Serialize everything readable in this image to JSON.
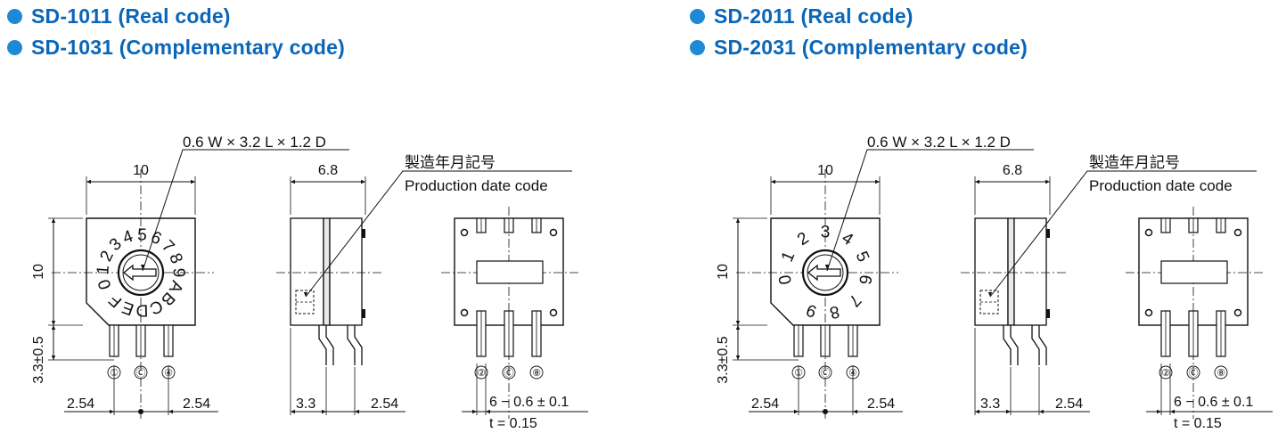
{
  "headings": {
    "left_1": "SD-1011 (Real code)",
    "left_2": "SD-1031 (Complementary code)",
    "right_1": "SD-2011 (Real code)",
    "right_2": "SD-2031 (Complementary code)"
  },
  "colors": {
    "heading_text": "#0a66b8",
    "bullet": "#1e8ad6",
    "line": "#111111",
    "body_fill": "#e9e9e9"
  },
  "dimensions": {
    "contact": "0.6 W × 3.2 L × 1.2 D",
    "width": "10",
    "height": "10",
    "side_width": "6.8",
    "pin_length": "3.3±0.5",
    "pitch_left": "2.54",
    "pitch_right": "2.54",
    "side_offset": "3.3",
    "side_pitch": "2.54",
    "terminals": "6 − 0.6 ± 0.1",
    "thickness": "t = 0.15"
  },
  "production_date": {
    "ja": "製造年月記号",
    "en": "Production date code"
  },
  "pins": {
    "front": [
      "①",
      "Ⓒ",
      "④"
    ],
    "back": [
      "②",
      "Ⓒ",
      "⑧"
    ]
  },
  "dial_16": [
    "0",
    "1",
    "2",
    "3",
    "4",
    "5",
    "6",
    "7",
    "8",
    "9",
    "A",
    "B",
    "C",
    "D",
    "E",
    "F"
  ],
  "dial_10": [
    "0",
    "1",
    "2",
    "3",
    "4",
    "5",
    "6",
    "7",
    "8",
    "9"
  ]
}
